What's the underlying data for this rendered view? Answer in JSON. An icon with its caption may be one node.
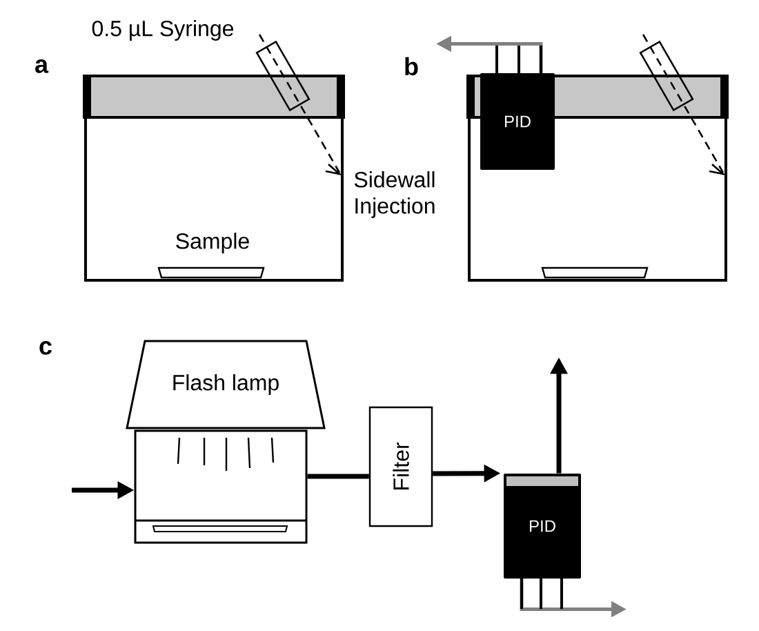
{
  "diagram": {
    "nodes": [
      {
        "text": [
          "PID"
        ]
      },
      {
        "text": [
          "Flash lamp"
        ]
      },
      {
        "text": [],
        "shape": "box"
      },
      {
        "text": [
          "Filter"
        ]
      },
      {
        "text": [
          "PID"
        ]
      }
    ],
    "edges": [
      {
        "from": 0,
        "to": null,
        "arrow": "to",
        "color": "#808080"
      },
      {
        "from": null,
        "to": 2,
        "arrow": "to"
      },
      {
        "from": 2,
        "to": 3,
        "arrow": "none"
      },
      {
        "from": 3,
        "to": 4,
        "arrow": "to"
      },
      {
        "from": 4,
        "to": null,
        "arrow": "to"
      },
      {
        "from": 4,
        "to": null,
        "arrow": "to",
        "color": "#808080"
      }
    ],
    "labels": [
      "0.5 µL Syringe",
      "a",
      "b",
      "Sidewall Injection",
      "Sample",
      "c"
    ]
  }
}
